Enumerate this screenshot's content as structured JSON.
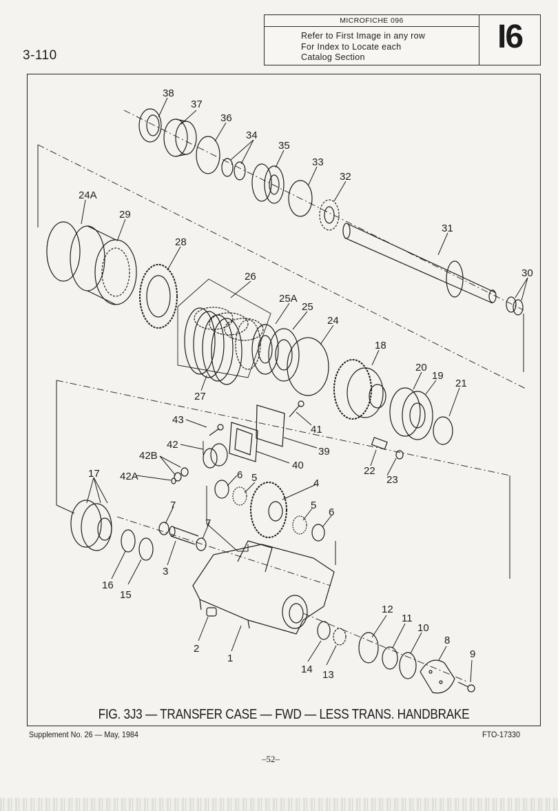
{
  "page": {
    "page_number": "3-110",
    "supplement": "Supplement No. 26 — May, 1984",
    "catalog_number": "FTO-17330",
    "sheet_number": "–52–"
  },
  "fiche_box": {
    "title": "MICROFICHE 096",
    "lines": [
      "Refer to First Image in any row",
      "For Index to Locate each",
      "Catalog Section"
    ],
    "code": "I6"
  },
  "figure": {
    "caption": "FIG. 3J3 — TRANSFER CASE — FWD — LESS TRANS. HANDBRAKE",
    "callouts": [
      "38",
      "37",
      "36",
      "34",
      "35",
      "33",
      "32",
      "24A",
      "29",
      "28",
      "31",
      "30",
      "26",
      "25A",
      "25",
      "24",
      "18",
      "20",
      "19",
      "21",
      "27",
      "43",
      "41",
      "39",
      "42",
      "40",
      "42B",
      "22",
      "23",
      "17",
      "42A",
      "6",
      "5",
      "4",
      "7",
      "5",
      "6",
      "7",
      "3",
      "16",
      "15",
      "12",
      "11",
      "10",
      "8",
      "9",
      "2",
      "1",
      "14",
      "13"
    ]
  },
  "colors": {
    "ink": "#1b1b1b",
    "paper": "#f4f3ef"
  }
}
